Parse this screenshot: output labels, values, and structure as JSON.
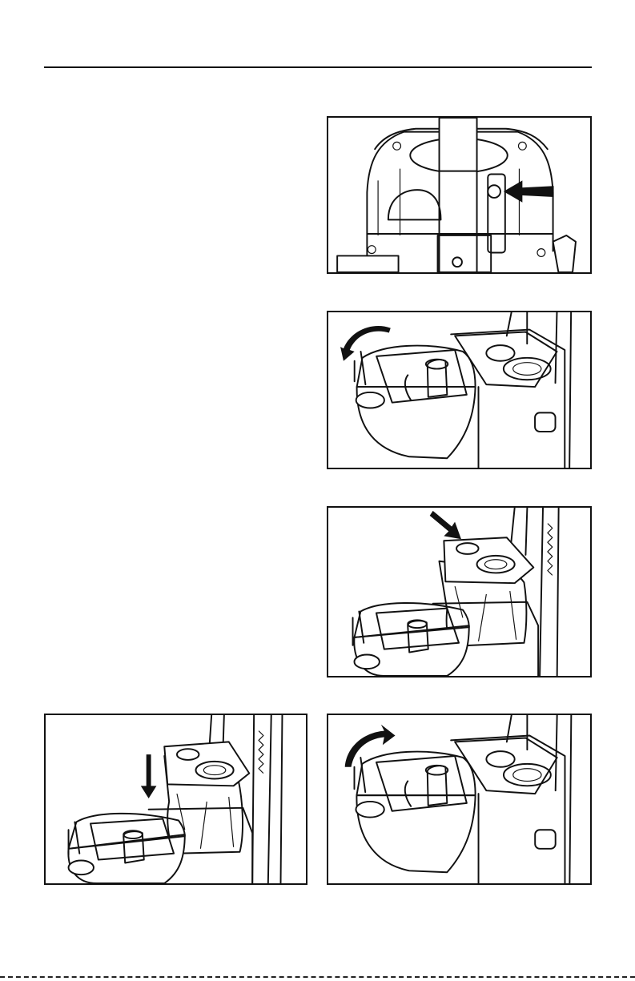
{
  "page": {
    "figures": [
      {
        "id": "fig1",
        "subject": "bag-compartment-release-button"
      },
      {
        "id": "fig2",
        "subject": "open-dirt-bag-door"
      },
      {
        "id": "fig3",
        "subject": "remove-dirt-bag"
      },
      {
        "id": "fig4",
        "subject": "insert-new-dirt-bag"
      },
      {
        "id": "fig5",
        "subject": "close-dirt-bag-door"
      }
    ],
    "colors": {
      "ink": "#111111",
      "paper": "#ffffff"
    }
  }
}
